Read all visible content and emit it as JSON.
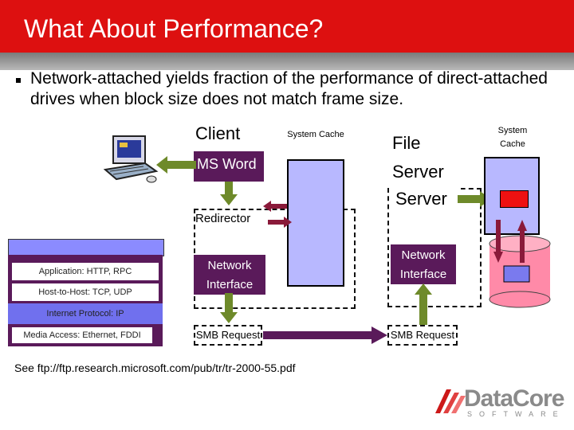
{
  "slide": {
    "title": "What About Performance?",
    "bullet": "Network-attached yields fraction of the performance of direct-attached drives when block size does not match frame size."
  },
  "client": {
    "heading": "Client",
    "app_label": "MS Word",
    "cache_label": "System Cache",
    "redirector_label": "Redirector",
    "network_interface_label": "Network Interface",
    "smb_request_label": "SMB Request"
  },
  "server": {
    "heading": "File Server",
    "server_label": "Server",
    "cache_label": "System Cache",
    "network_interface_label": "Network Interface",
    "smb_request_label": "SMB Request"
  },
  "protocol_stack": {
    "layers": [
      "Application: HTTP, RPC",
      "Host-to-Host: TCP, UDP",
      "Internet Protocol: IP",
      "Media Access: Ethernet, FDDI"
    ]
  },
  "footer": {
    "reference": "See ftp://ftp.research.microsoft.com/pub/tr/tr-2000-55.pdf"
  },
  "logo": {
    "brand": "DataCore",
    "tagline": "SOFTWARE"
  },
  "colors": {
    "title_red": "#dd1010",
    "purple": "#5a1a5a",
    "green_arrow": "#6e8a2a",
    "lavender": "#b8b8ff",
    "pink": "#ff8aa8"
  }
}
